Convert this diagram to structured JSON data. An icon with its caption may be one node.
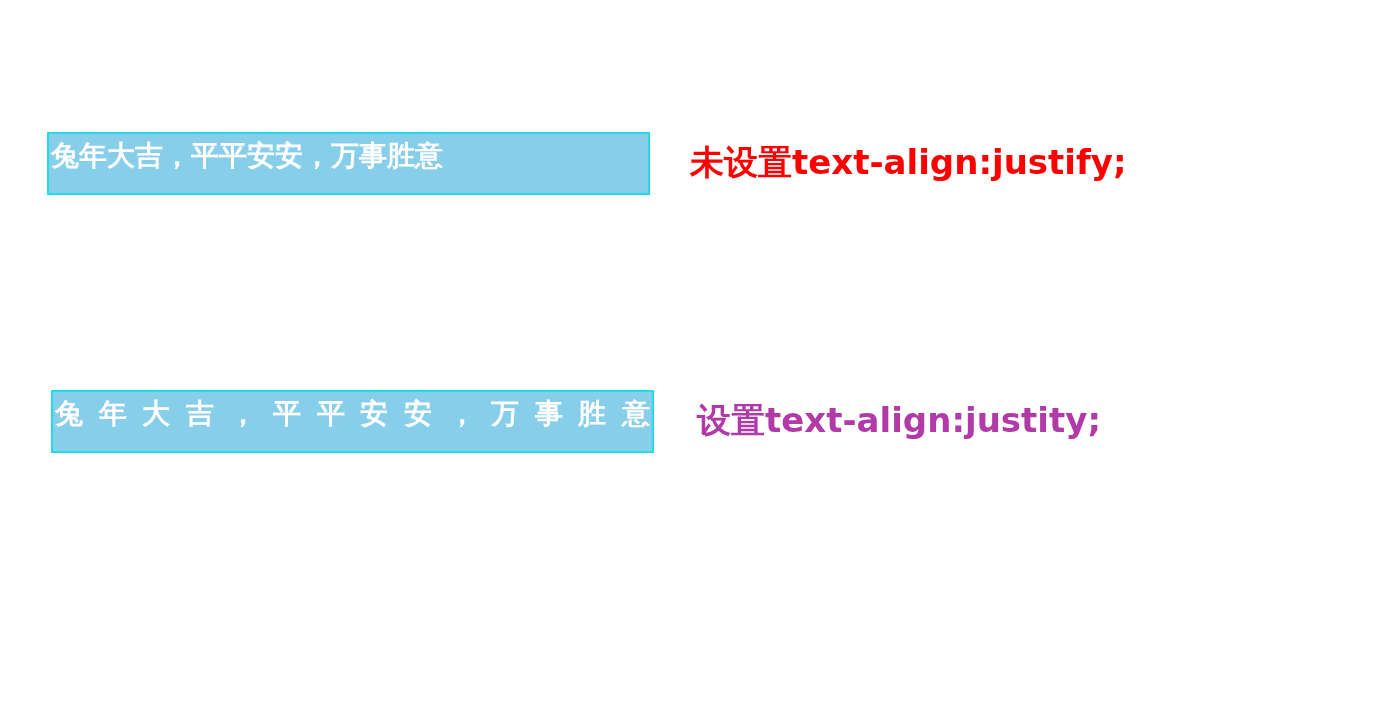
{
  "diagram": {
    "nodes": [
      {
        "text": [
          "兔年大吉，平平安安，万事胜意"
        ]
      },
      {
        "text": [
          "兔年大吉，平平安安，万事胜意"
        ]
      }
    ],
    "labels": [
      "未设置text-align:justify;",
      "设置text-align:justity;"
    ]
  }
}
